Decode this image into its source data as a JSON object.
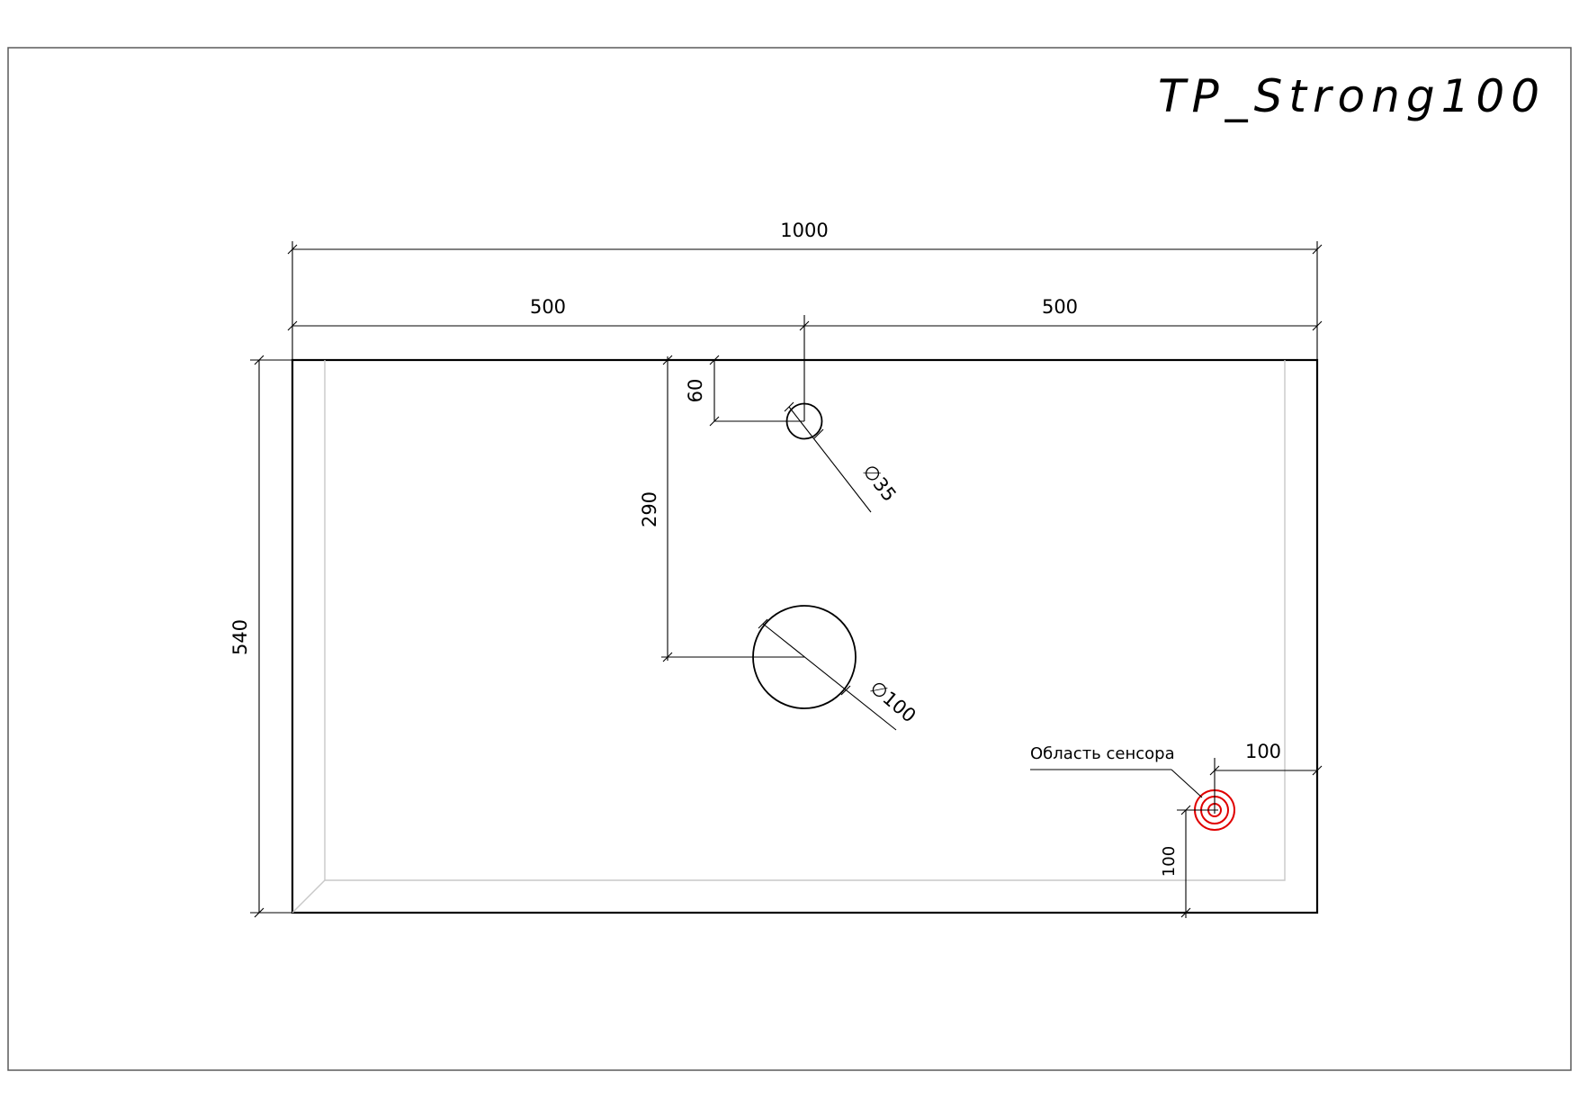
{
  "title": "TP_Strong100",
  "dimensions": {
    "overall_width": "1000",
    "left_half": "500",
    "right_half": "500",
    "height": "540",
    "tap_hole_offset_top": "60",
    "drain_offset": "290",
    "sensor_offset_right": "100",
    "sensor_offset_bottom": "100"
  },
  "holes": {
    "tap_hole_diameter": "∅35",
    "drain_hole_diameter": "∅100"
  },
  "sensor": {
    "label": "Область сенсора",
    "color": "#e00000"
  }
}
